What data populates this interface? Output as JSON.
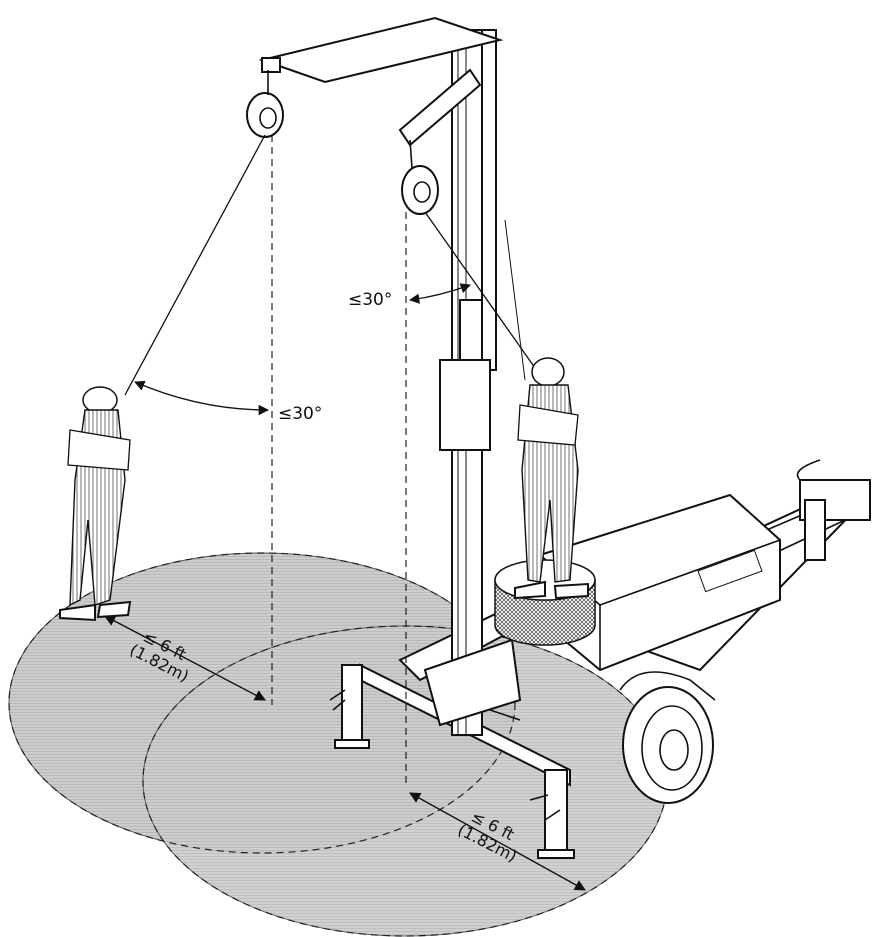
{
  "annotations": {
    "angle_left": "≤30°",
    "angle_right": "≤30°",
    "distance_left_ft": "≤ 6 ft",
    "distance_left_m": "(1.82m)",
    "distance_right_ft": "≤ 6 ft",
    "distance_right_m": "(1.82m)"
  },
  "colors": {
    "zone_fill": "#c8c8c8",
    "line": "#111111",
    "background": "#ffffff"
  }
}
